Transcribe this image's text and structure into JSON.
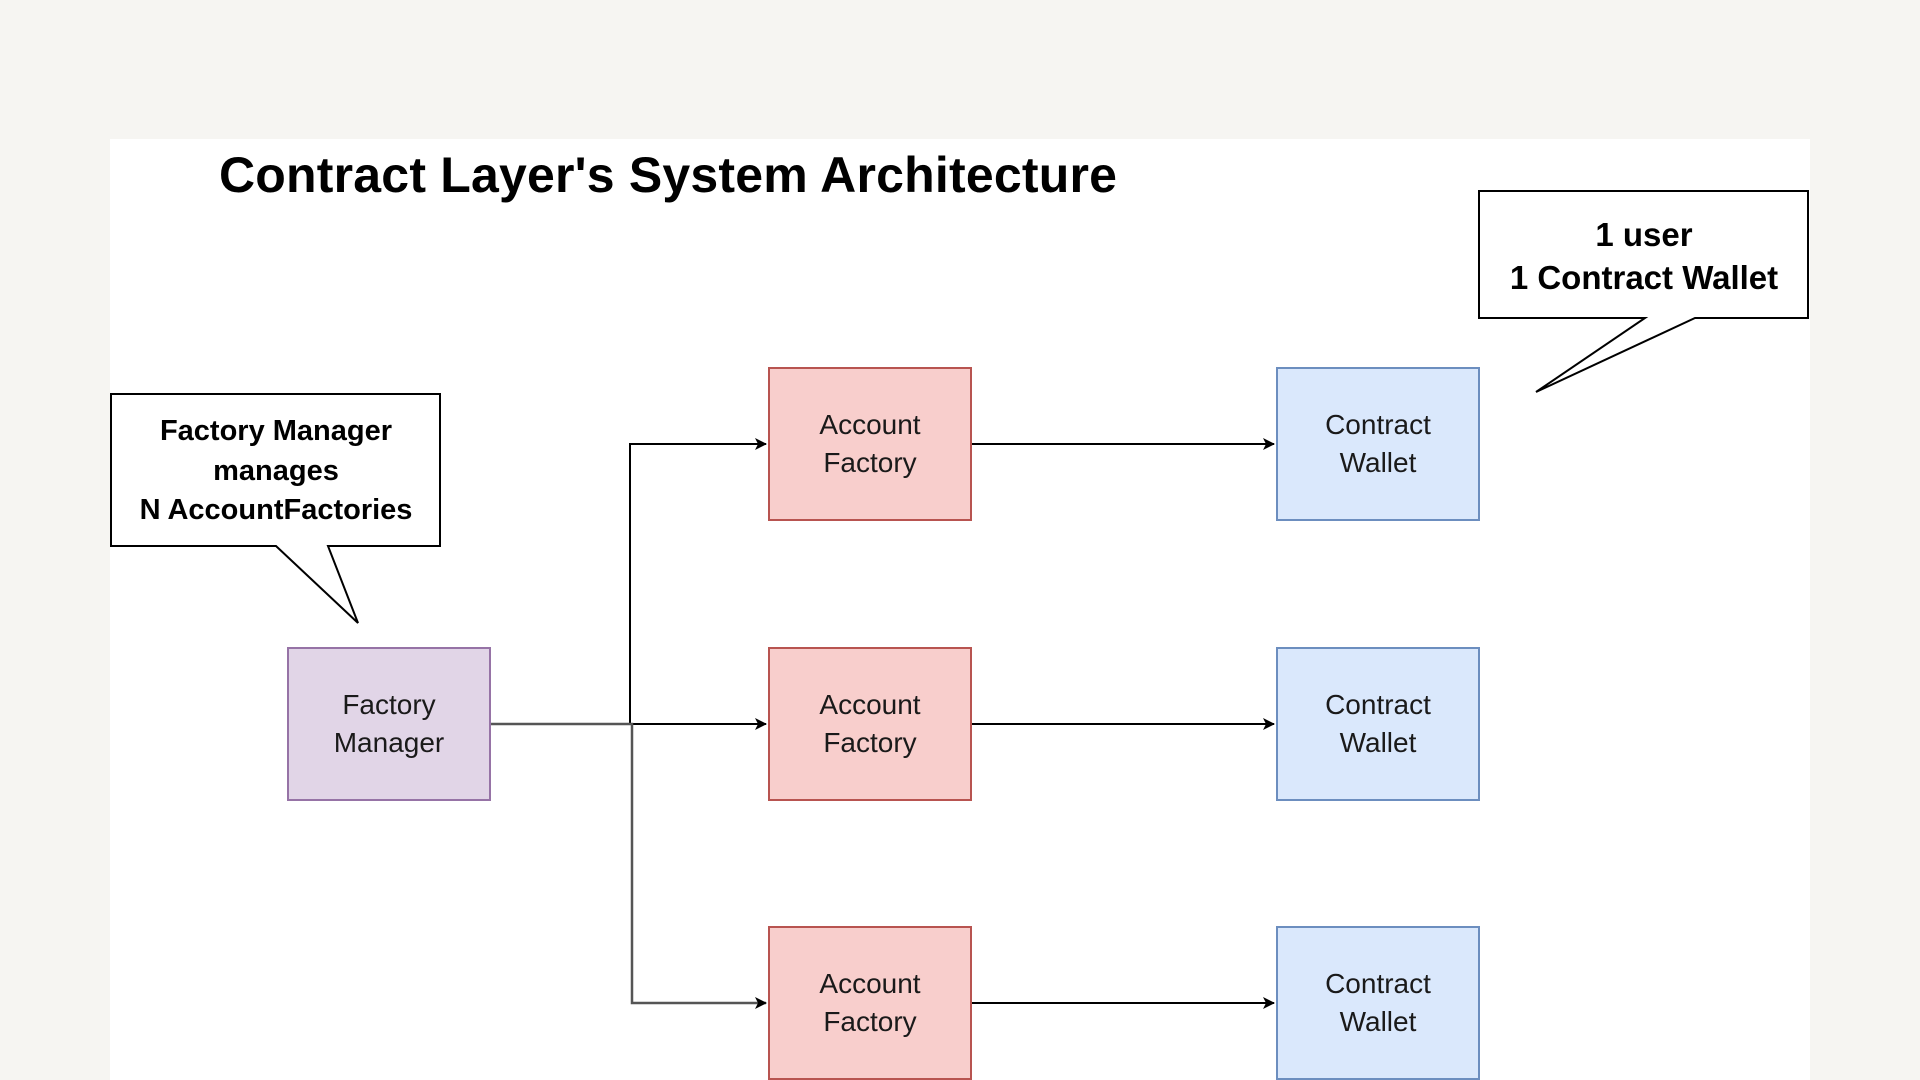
{
  "diagram": {
    "title": "Contract Layer's System Architecture",
    "nodes": {
      "factory_manager": "Factory\nManager",
      "account_factory_1": "Account\nFactory",
      "account_factory_2": "Account\nFactory",
      "account_factory_3": "Account\nFactory",
      "contract_wallet_1": "Contract\nWallet",
      "contract_wallet_2": "Contract\nWallet",
      "contract_wallet_3": "Contract\nWallet"
    },
    "callouts": {
      "factory_manager_note": "Factory Manager\nmanages\nN AccountFactories",
      "wallet_note": "1 user\n1 Contract Wallet"
    },
    "edges": [
      {
        "from": "Factory Manager",
        "to": "Account Factory 1"
      },
      {
        "from": "Factory Manager",
        "to": "Account Factory 2"
      },
      {
        "from": "Factory Manager",
        "to": "Account Factory 3"
      },
      {
        "from": "Account Factory 1",
        "to": "Contract Wallet 1"
      },
      {
        "from": "Account Factory 2",
        "to": "Contract Wallet 2"
      },
      {
        "from": "Account Factory 3",
        "to": "Contract Wallet 3"
      }
    ],
    "colors": {
      "factory_manager_fill": "#e1d5e7",
      "factory_manager_stroke": "#9673a6",
      "account_factory_fill": "#f8cecc",
      "account_factory_stroke": "#b85450",
      "contract_wallet_fill": "#dae8fc",
      "contract_wallet_stroke": "#6c8ebf"
    }
  }
}
